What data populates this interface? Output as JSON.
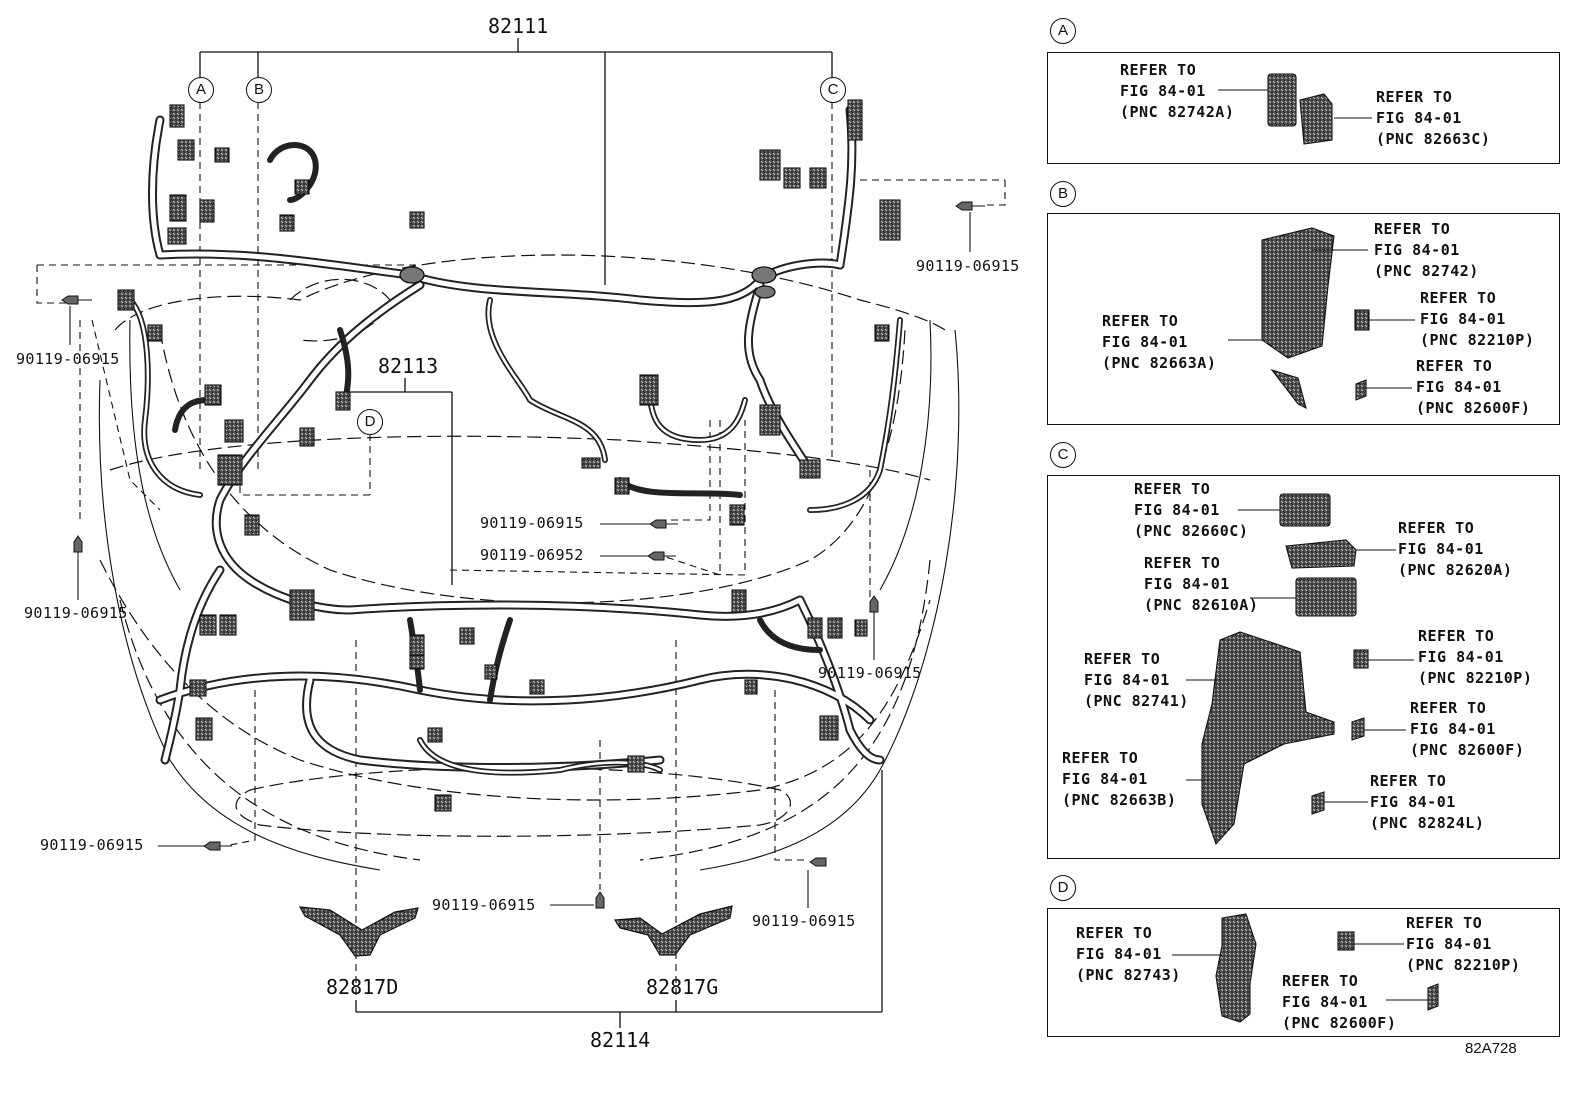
{
  "main_part_numbers": {
    "harness_main": "82111",
    "harness_sub": "82113",
    "harness_lower": "82114",
    "bracket_left": "82817D",
    "bracket_right": "82817G"
  },
  "bolts": {
    "b1": "90119-06915",
    "b2": "90119-06915",
    "b3": "90119-06915",
    "b4": "90119-06915",
    "b5": "90119-06952",
    "b6": "90119-06915",
    "b7": "90119-06915",
    "b8": "90119-06915",
    "b9": "90119-06915"
  },
  "callouts": {
    "A": "A",
    "B": "B",
    "C": "C",
    "D": "D"
  },
  "detail_A": {
    "marker": "A",
    "refs": [
      "REFER TO\nFIG 84-01\n(PNC 82742A)",
      "REFER TO\nFIG 84-01\n(PNC 82663C)"
    ]
  },
  "detail_B": {
    "marker": "B",
    "refs": [
      "REFER TO\nFIG 84-01\n(PNC 82742)",
      "REFER TO\nFIG 84-01\n(PNC 82663A)",
      "REFER TO\nFIG 84-01\n(PNC 82210P)",
      "REFER TO\nFIG 84-01\n(PNC 82600F)"
    ]
  },
  "detail_C": {
    "marker": "C",
    "refs": [
      "REFER TO\nFIG 84-01\n(PNC 82660C)",
      "REFER TO\nFIG 84-01\n(PNC 82620A)",
      "REFER TO\nFIG 84-01\n(PNC 82610A)",
      "REFER TO\nFIG 84-01\n(PNC 82741)",
      "REFER TO\nFIG 84-01\n(PNC 82210P)",
      "REFER TO\nFIG 84-01\n(PNC 82600F)",
      "REFER TO\nFIG 84-01\n(PNC 82663B)",
      "REFER TO\nFIG 84-01\n(PNC 82824L)"
    ]
  },
  "detail_D": {
    "marker": "D",
    "refs": [
      "REFER TO\nFIG 84-01\n(PNC 82743)",
      "REFER TO\nFIG 84-01\n(PNC 82210P)",
      "REFER TO\nFIG 84-01\n(PNC 82600F)"
    ]
  },
  "figure_code": "82A728"
}
